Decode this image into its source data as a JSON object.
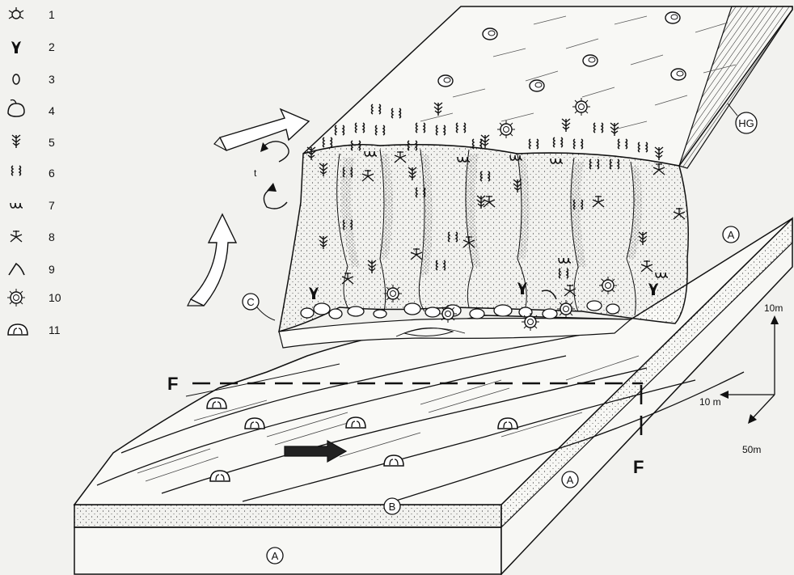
{
  "legend": {
    "items": [
      {
        "num": "1",
        "icon": "sponge-icon"
      },
      {
        "num": "2",
        "icon": "coral-cup-icon"
      },
      {
        "num": "3",
        "icon": "oval-shell-icon"
      },
      {
        "num": "4",
        "icon": "bivalve-icon"
      },
      {
        "num": "5",
        "icon": "branching-coral-icon"
      },
      {
        "num": "6",
        "icon": "serpulid-tube-icon"
      },
      {
        "num": "7",
        "icon": "encrusting-worm-icon"
      },
      {
        "num": "8",
        "icon": "crinoid-icon"
      },
      {
        "num": "9",
        "icon": "hook-icon"
      },
      {
        "num": "10",
        "icon": "echinoid-icon"
      },
      {
        "num": "11",
        "icon": "brachiopod-icon"
      }
    ]
  },
  "labels": {
    "hg": "HG",
    "a1": "A",
    "a2": "A",
    "a3": "A",
    "b": "B",
    "c": "C",
    "f1": "F",
    "f2": "F"
  },
  "scale": {
    "vertical": "10m",
    "horizontal": "10 m",
    "depth": "50m"
  },
  "arrow_mark": "t",
  "colors": {
    "ink": "#111111",
    "paper": "#f2f2ef"
  }
}
